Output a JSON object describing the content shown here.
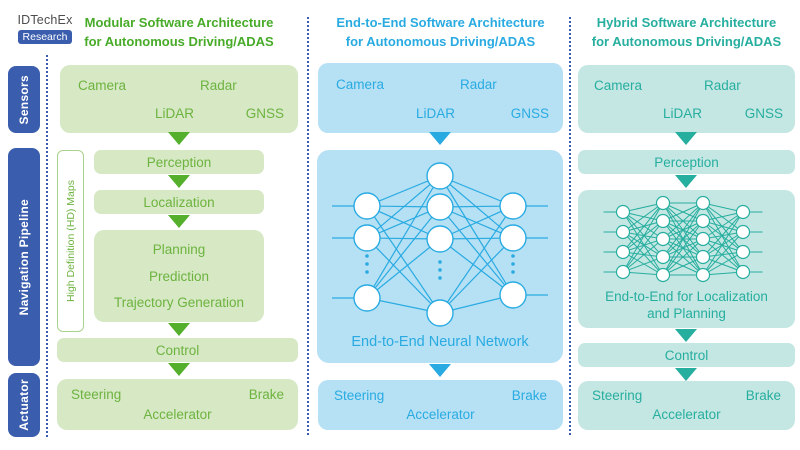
{
  "logo": {
    "brand": "IDTechEx",
    "sub": "Research"
  },
  "row_labels": [
    {
      "label": "Sensors"
    },
    {
      "label": "Navigation Pipeline"
    },
    {
      "label": "Actuator"
    }
  ],
  "colors": {
    "rail_blue": "#3a5dae",
    "green_title": "#47ab28",
    "green_fill": "#d6e8c4",
    "green_text": "#6db33f",
    "blue_title": "#29abe2",
    "blue_fill": "#b6e0f4",
    "teal_title": "#26ae9f",
    "teal_fill": "#c5e7e3"
  },
  "columns": {
    "modular": {
      "title_line1": "Modular Software Architecture",
      "title_line2": "for Autonomous Driving/ADAS",
      "sensors": {
        "camera": "Camera",
        "radar": "Radar",
        "lidar": "LiDAR",
        "gnss": "GNSS"
      },
      "hd_maps": "High Definition (HD) Maps",
      "perception": "Perception",
      "localization": "Localization",
      "planning": "Planning",
      "prediction": "Prediction",
      "trajectory": "Trajectory Generation",
      "control": "Control",
      "actuators": {
        "steering": "Steering",
        "accelerator": "Accelerator",
        "brake": "Brake"
      }
    },
    "end_to_end": {
      "title_line1": "End-to-End Software Architecture",
      "title_line2": "for Autonomous Driving/ADAS",
      "sensors": {
        "camera": "Camera",
        "radar": "Radar",
        "lidar": "LiDAR",
        "gnss": "GNSS"
      },
      "nn_label": "End-to-End Neural Network",
      "actuators": {
        "steering": "Steering",
        "accelerator": "Accelerator",
        "brake": "Brake"
      }
    },
    "hybrid": {
      "title_line1": "Hybrid Software Architecture",
      "title_line2": "for Autonomous Driving/ADAS",
      "sensors": {
        "camera": "Camera",
        "radar": "Radar",
        "lidar": "LiDAR",
        "gnss": "GNSS"
      },
      "perception": "Perception",
      "nn_label_line1": "End-to-End for Localization",
      "nn_label_line2": "and Planning",
      "control": "Control",
      "actuators": {
        "steering": "Steering",
        "accelerator": "Accelerator",
        "brake": "Brake"
      }
    }
  }
}
